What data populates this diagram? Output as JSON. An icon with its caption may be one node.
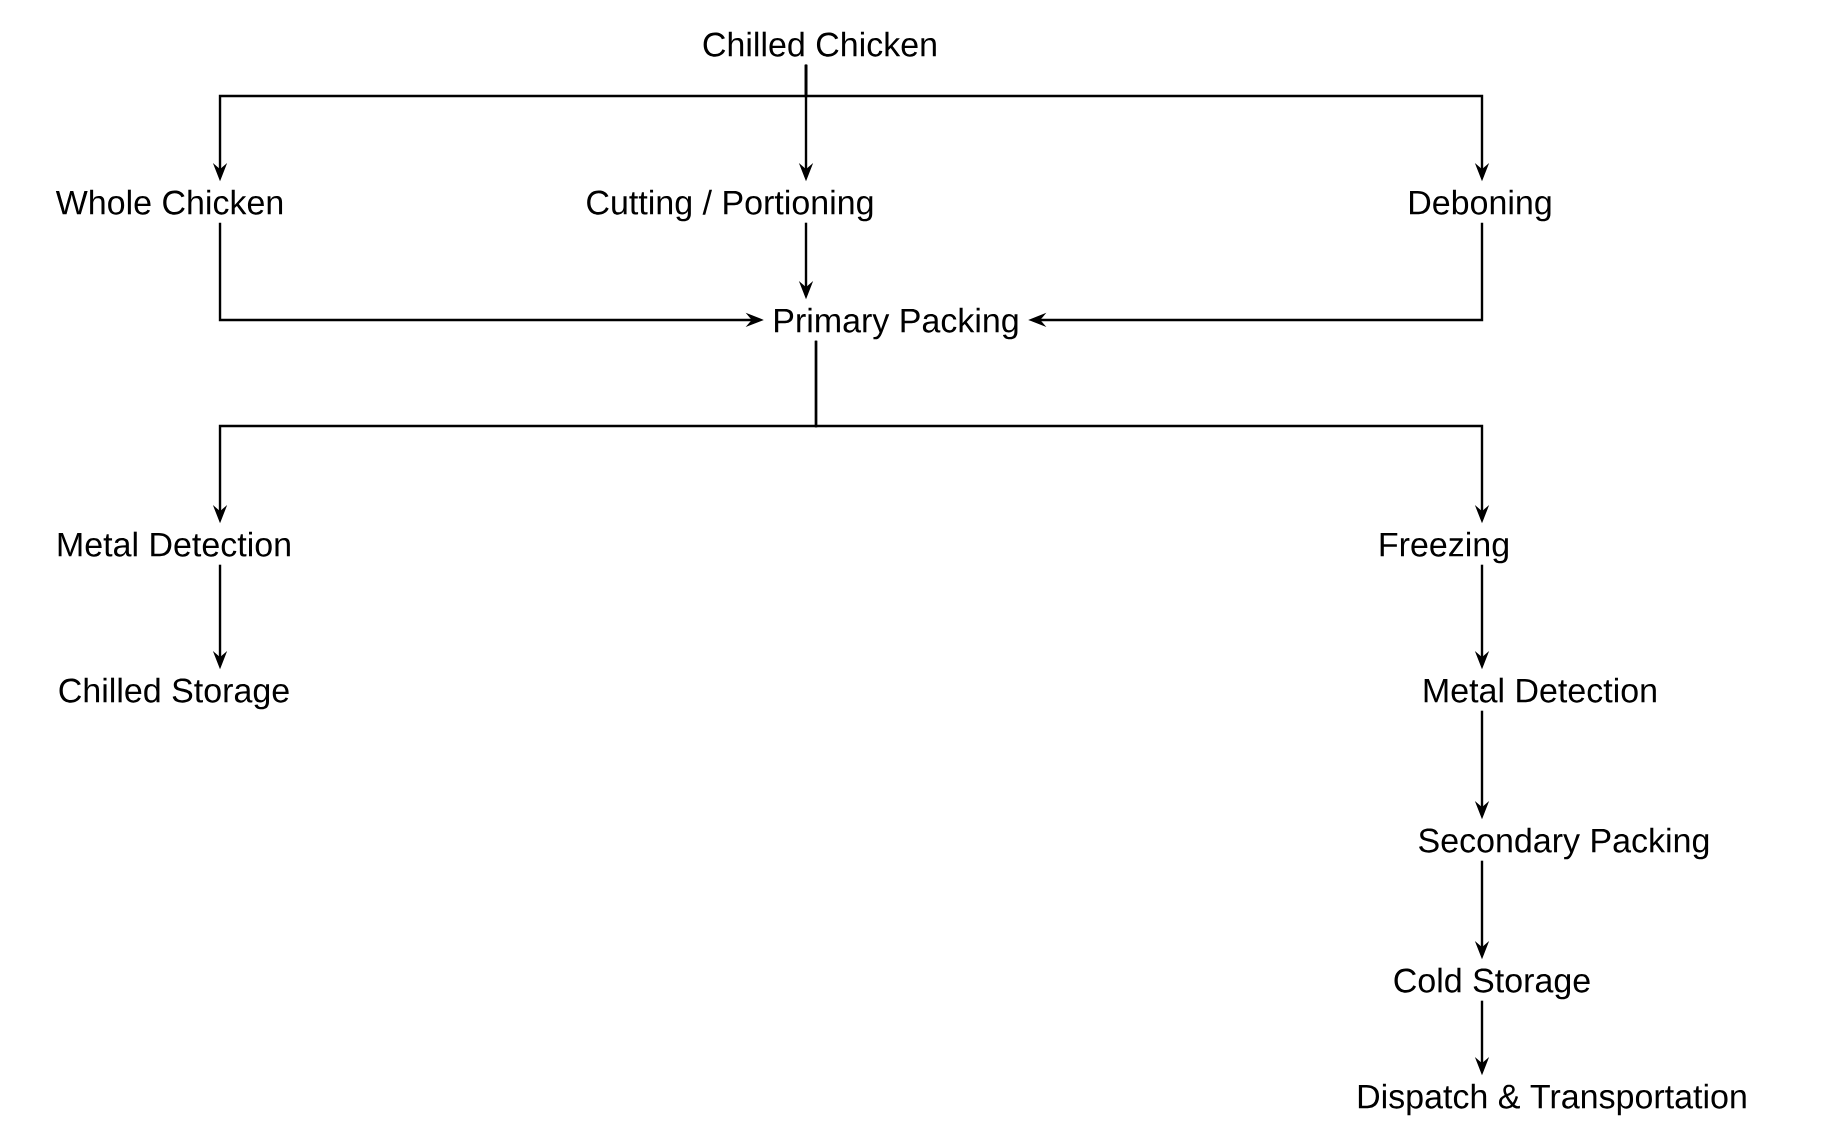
{
  "diagram": {
    "nodes": [
      {
        "text": [
          "Chilled Chicken"
        ]
      },
      {
        "text": [
          "Whole Chicken"
        ]
      },
      {
        "text": [
          "Cutting / Portioning"
        ]
      },
      {
        "text": [
          "Deboning"
        ]
      },
      {
        "text": [
          "Primary Packing"
        ]
      },
      {
        "text": [
          "Metal Detection"
        ]
      },
      {
        "text": [
          "Chilled Storage"
        ]
      },
      {
        "text": [
          "Freezing"
        ]
      },
      {
        "text": [
          "Metal Detection"
        ]
      },
      {
        "text": [
          "Secondary Packing"
        ]
      },
      {
        "text": [
          "Cold Storage"
        ]
      },
      {
        "text": [
          "Dispatch & Transportation"
        ]
      }
    ],
    "edges": [
      {
        "from": 0,
        "to": 1,
        "arrow": "to"
      },
      {
        "from": 0,
        "to": 2,
        "arrow": "to"
      },
      {
        "from": 0,
        "to": 3,
        "arrow": "to"
      },
      {
        "from": 1,
        "to": 4,
        "arrow": "to"
      },
      {
        "from": 2,
        "to": 4,
        "arrow": "to"
      },
      {
        "from": 3,
        "to": 4,
        "arrow": "to"
      },
      {
        "from": 4,
        "to": 5,
        "arrow": "to"
      },
      {
        "from": 4,
        "to": 7,
        "arrow": "to"
      },
      {
        "from": 5,
        "to": 6,
        "arrow": "to"
      },
      {
        "from": 7,
        "to": 8,
        "arrow": "to"
      },
      {
        "from": 8,
        "to": 9,
        "arrow": "to"
      },
      {
        "from": 9,
        "to": 10,
        "arrow": "to"
      },
      {
        "from": 10,
        "to": 11,
        "arrow": "to"
      }
    ]
  }
}
